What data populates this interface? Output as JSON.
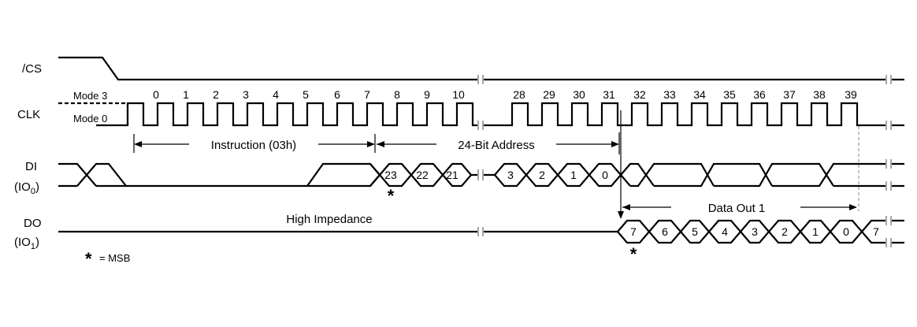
{
  "signals": {
    "cs": "/CS",
    "clk": "CLK",
    "di": "DI",
    "di_sub": "(IO",
    "di_sub_index": "0",
    "do": "DO",
    "do_sub": "(IO",
    "do_sub_index": "1",
    "close_paren": ")"
  },
  "clk_modes": {
    "mode3": "Mode 3",
    "mode0": "Mode 0"
  },
  "cycles_a": [
    "0",
    "1",
    "2",
    "3",
    "4",
    "5",
    "6",
    "7",
    "8",
    "9",
    "10"
  ],
  "cycles_b": [
    "28",
    "29",
    "30",
    "31",
    "32",
    "33",
    "34",
    "35",
    "36",
    "37",
    "38",
    "39"
  ],
  "phases": {
    "instruction": "Instruction (03h)",
    "address": "24-Bit Address",
    "data_out": "Data Out 1"
  },
  "di_bits_a": [
    "23",
    "22",
    "21"
  ],
  "di_bits_b": [
    "3",
    "2",
    "1",
    "0"
  ],
  "do_bits": [
    "7",
    "6",
    "5",
    "4",
    "3",
    "2",
    "1",
    "0",
    "7"
  ],
  "high_impedance": "High Impedance",
  "msb_marker": "*",
  "msb_legend": "= MSB"
}
